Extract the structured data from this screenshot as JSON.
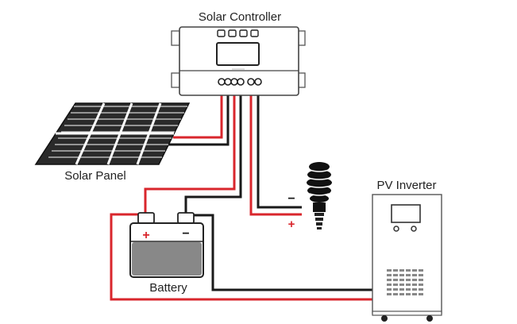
{
  "labels": {
    "controller": "Solar Controller",
    "panel": "Solar Panel",
    "inverter": "PV Inverter",
    "battery": "Battery"
  },
  "signs": {
    "battery_plus": "+",
    "battery_minus": "−",
    "load_plus": "+",
    "load_minus": "−"
  },
  "colors": {
    "positive_wire": "#d9262c",
    "negative_wire": "#1a1a1a",
    "plus_sign": "#d9262c",
    "minus_sign": "#1a1a1a"
  }
}
